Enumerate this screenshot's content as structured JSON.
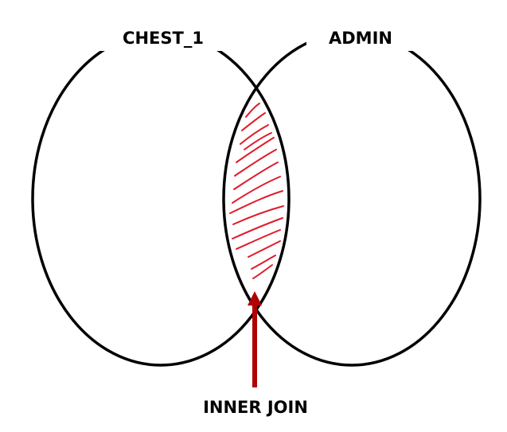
{
  "diagram": {
    "left_set_label": "CHEST_1",
    "right_set_label": "ADMIN",
    "arrow_label": "INNER JOIN",
    "colors": {
      "outline": "#000000",
      "hatch": "#e01b2a",
      "arrow": "#b00000",
      "background": "#ffffff"
    }
  }
}
